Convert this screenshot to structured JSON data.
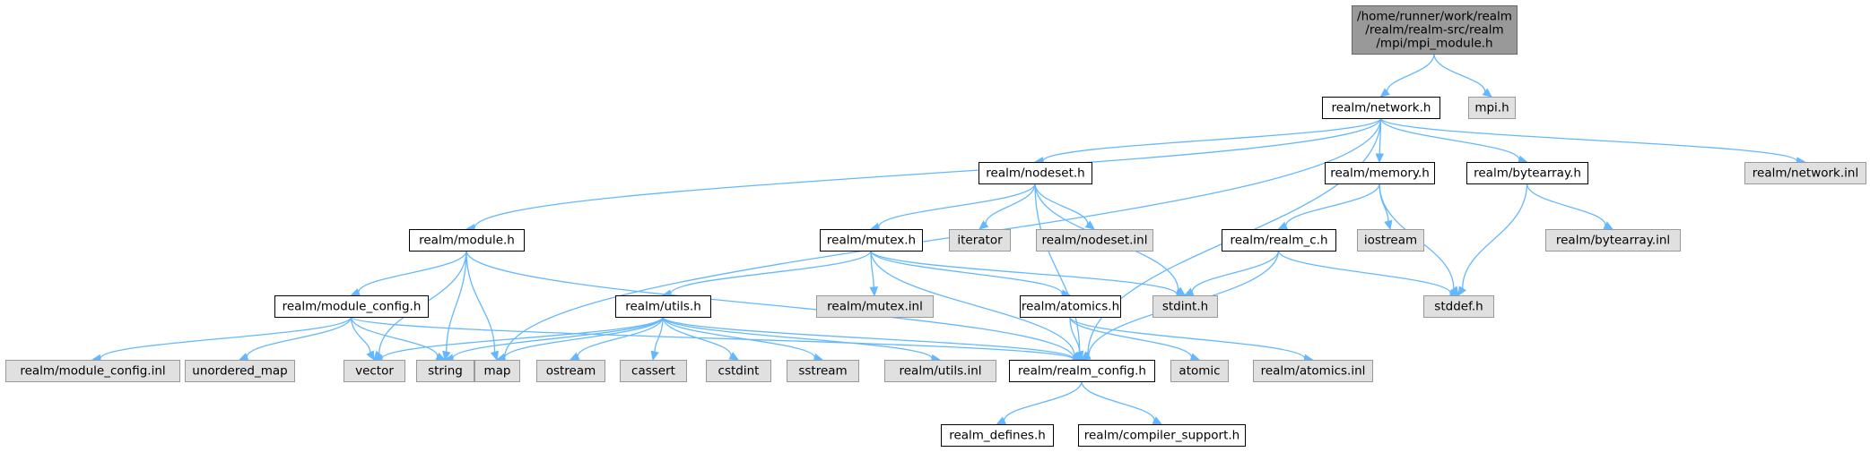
{
  "colors": {
    "edge": "#63b8ff",
    "root_fill": "#999999",
    "root_stroke": "#666666",
    "documented_fill": "#ffffff",
    "documented_stroke": "#000000",
    "external_fill": "#e0e0e0",
    "external_stroke": "#999999"
  },
  "nodes": [
    {
      "id": "mpi_module",
      "kind": "root",
      "lines": [
        "/home/runner/work/realm",
        "/realm/realm-src/realm",
        "/mpi/mpi_module.h"
      ]
    },
    {
      "id": "network_h",
      "kind": "documented",
      "lines": [
        "realm/network.h"
      ]
    },
    {
      "id": "mpi_h",
      "kind": "external",
      "lines": [
        "mpi.h"
      ]
    },
    {
      "id": "module_h",
      "kind": "documented",
      "lines": [
        "realm/module.h"
      ]
    },
    {
      "id": "nodeset_h",
      "kind": "documented",
      "lines": [
        "realm/nodeset.h"
      ]
    },
    {
      "id": "memory_h",
      "kind": "documented",
      "lines": [
        "realm/memory.h"
      ]
    },
    {
      "id": "bytearray_h",
      "kind": "documented",
      "lines": [
        "realm/bytearray.h"
      ]
    },
    {
      "id": "network_inl",
      "kind": "external",
      "lines": [
        "realm/network.inl"
      ]
    },
    {
      "id": "mutex_h",
      "kind": "documented",
      "lines": [
        "realm/mutex.h"
      ]
    },
    {
      "id": "iterator",
      "kind": "external",
      "lines": [
        "iterator"
      ]
    },
    {
      "id": "nodeset_inl",
      "kind": "external",
      "lines": [
        "realm/nodeset.inl"
      ]
    },
    {
      "id": "realm_c_h",
      "kind": "documented",
      "lines": [
        "realm/realm_c.h"
      ]
    },
    {
      "id": "iostream",
      "kind": "external",
      "lines": [
        "iostream"
      ]
    },
    {
      "id": "bytearray_inl",
      "kind": "external",
      "lines": [
        "realm/bytearray.inl"
      ]
    },
    {
      "id": "module_config_h",
      "kind": "documented",
      "lines": [
        "realm/module_config.h"
      ]
    },
    {
      "id": "utils_h",
      "kind": "documented",
      "lines": [
        "realm/utils.h"
      ]
    },
    {
      "id": "mutex_inl",
      "kind": "external",
      "lines": [
        "realm/mutex.inl"
      ]
    },
    {
      "id": "atomics_h",
      "kind": "documented",
      "lines": [
        "realm/atomics.h"
      ]
    },
    {
      "id": "stdint_h",
      "kind": "external",
      "lines": [
        "stdint.h"
      ]
    },
    {
      "id": "stddef_h",
      "kind": "external",
      "lines": [
        "stddef.h"
      ]
    },
    {
      "id": "module_config_inl",
      "kind": "external",
      "lines": [
        "realm/module_config.inl"
      ]
    },
    {
      "id": "unordered_map",
      "kind": "external",
      "lines": [
        "unordered_map"
      ]
    },
    {
      "id": "vector",
      "kind": "external",
      "lines": [
        "vector"
      ]
    },
    {
      "id": "string",
      "kind": "external",
      "lines": [
        "string"
      ]
    },
    {
      "id": "map",
      "kind": "external",
      "lines": [
        "map"
      ]
    },
    {
      "id": "ostream",
      "kind": "external",
      "lines": [
        "ostream"
      ]
    },
    {
      "id": "cassert",
      "kind": "external",
      "lines": [
        "cassert"
      ]
    },
    {
      "id": "cstdint",
      "kind": "external",
      "lines": [
        "cstdint"
      ]
    },
    {
      "id": "sstream",
      "kind": "external",
      "lines": [
        "sstream"
      ]
    },
    {
      "id": "utils_inl",
      "kind": "external",
      "lines": [
        "realm/utils.inl"
      ]
    },
    {
      "id": "realm_config_h",
      "kind": "documented",
      "lines": [
        "realm/realm_config.h"
      ]
    },
    {
      "id": "atomic",
      "kind": "external",
      "lines": [
        "atomic"
      ]
    },
    {
      "id": "atomics_inl",
      "kind": "external",
      "lines": [
        "realm/atomics.inl"
      ]
    },
    {
      "id": "realm_defines_h",
      "kind": "documented",
      "lines": [
        "realm_defines.h"
      ]
    },
    {
      "id": "compiler_support_h",
      "kind": "documented",
      "lines": [
        "realm/compiler_support.h"
      ]
    }
  ],
  "edges": [
    [
      "mpi_module",
      "network_h"
    ],
    [
      "mpi_module",
      "mpi_h"
    ],
    [
      "network_h",
      "module_h"
    ],
    [
      "network_h",
      "nodeset_h"
    ],
    [
      "network_h",
      "memory_h"
    ],
    [
      "network_h",
      "bytearray_h"
    ],
    [
      "network_h",
      "network_inl"
    ],
    [
      "network_h",
      "map"
    ],
    [
      "network_h",
      "realm_config_h"
    ],
    [
      "module_h",
      "module_config_h"
    ],
    [
      "module_h",
      "vector"
    ],
    [
      "module_h",
      "string"
    ],
    [
      "module_h",
      "map"
    ],
    [
      "module_h",
      "realm_config_h"
    ],
    [
      "nodeset_h",
      "mutex_h"
    ],
    [
      "nodeset_h",
      "iterator"
    ],
    [
      "nodeset_h",
      "nodeset_inl"
    ],
    [
      "nodeset_h",
      "stdint_h"
    ],
    [
      "nodeset_h",
      "realm_config_h"
    ],
    [
      "memory_h",
      "realm_c_h"
    ],
    [
      "memory_h",
      "iostream"
    ],
    [
      "memory_h",
      "stddef_h"
    ],
    [
      "bytearray_h",
      "bytearray_inl"
    ],
    [
      "bytearray_h",
      "stddef_h"
    ],
    [
      "realm_c_h",
      "stdint_h"
    ],
    [
      "realm_c_h",
      "stddef_h"
    ],
    [
      "realm_c_h",
      "realm_config_h"
    ],
    [
      "mutex_h",
      "utils_h"
    ],
    [
      "mutex_h",
      "mutex_inl"
    ],
    [
      "mutex_h",
      "atomics_h"
    ],
    [
      "mutex_h",
      "stdint_h"
    ],
    [
      "mutex_h",
      "realm_config_h"
    ],
    [
      "module_config_h",
      "module_config_inl"
    ],
    [
      "module_config_h",
      "unordered_map"
    ],
    [
      "module_config_h",
      "vector"
    ],
    [
      "module_config_h",
      "string"
    ],
    [
      "module_config_h",
      "realm_config_h"
    ],
    [
      "utils_h",
      "vector"
    ],
    [
      "utils_h",
      "string"
    ],
    [
      "utils_h",
      "map"
    ],
    [
      "utils_h",
      "ostream"
    ],
    [
      "utils_h",
      "cassert"
    ],
    [
      "utils_h",
      "cstdint"
    ],
    [
      "utils_h",
      "sstream"
    ],
    [
      "utils_h",
      "utils_inl"
    ],
    [
      "utils_h",
      "realm_config_h"
    ],
    [
      "atomics_h",
      "atomic"
    ],
    [
      "atomics_h",
      "atomics_inl"
    ],
    [
      "atomics_h",
      "realm_config_h"
    ],
    [
      "realm_config_h",
      "realm_defines_h"
    ],
    [
      "realm_config_h",
      "compiler_support_h"
    ]
  ]
}
